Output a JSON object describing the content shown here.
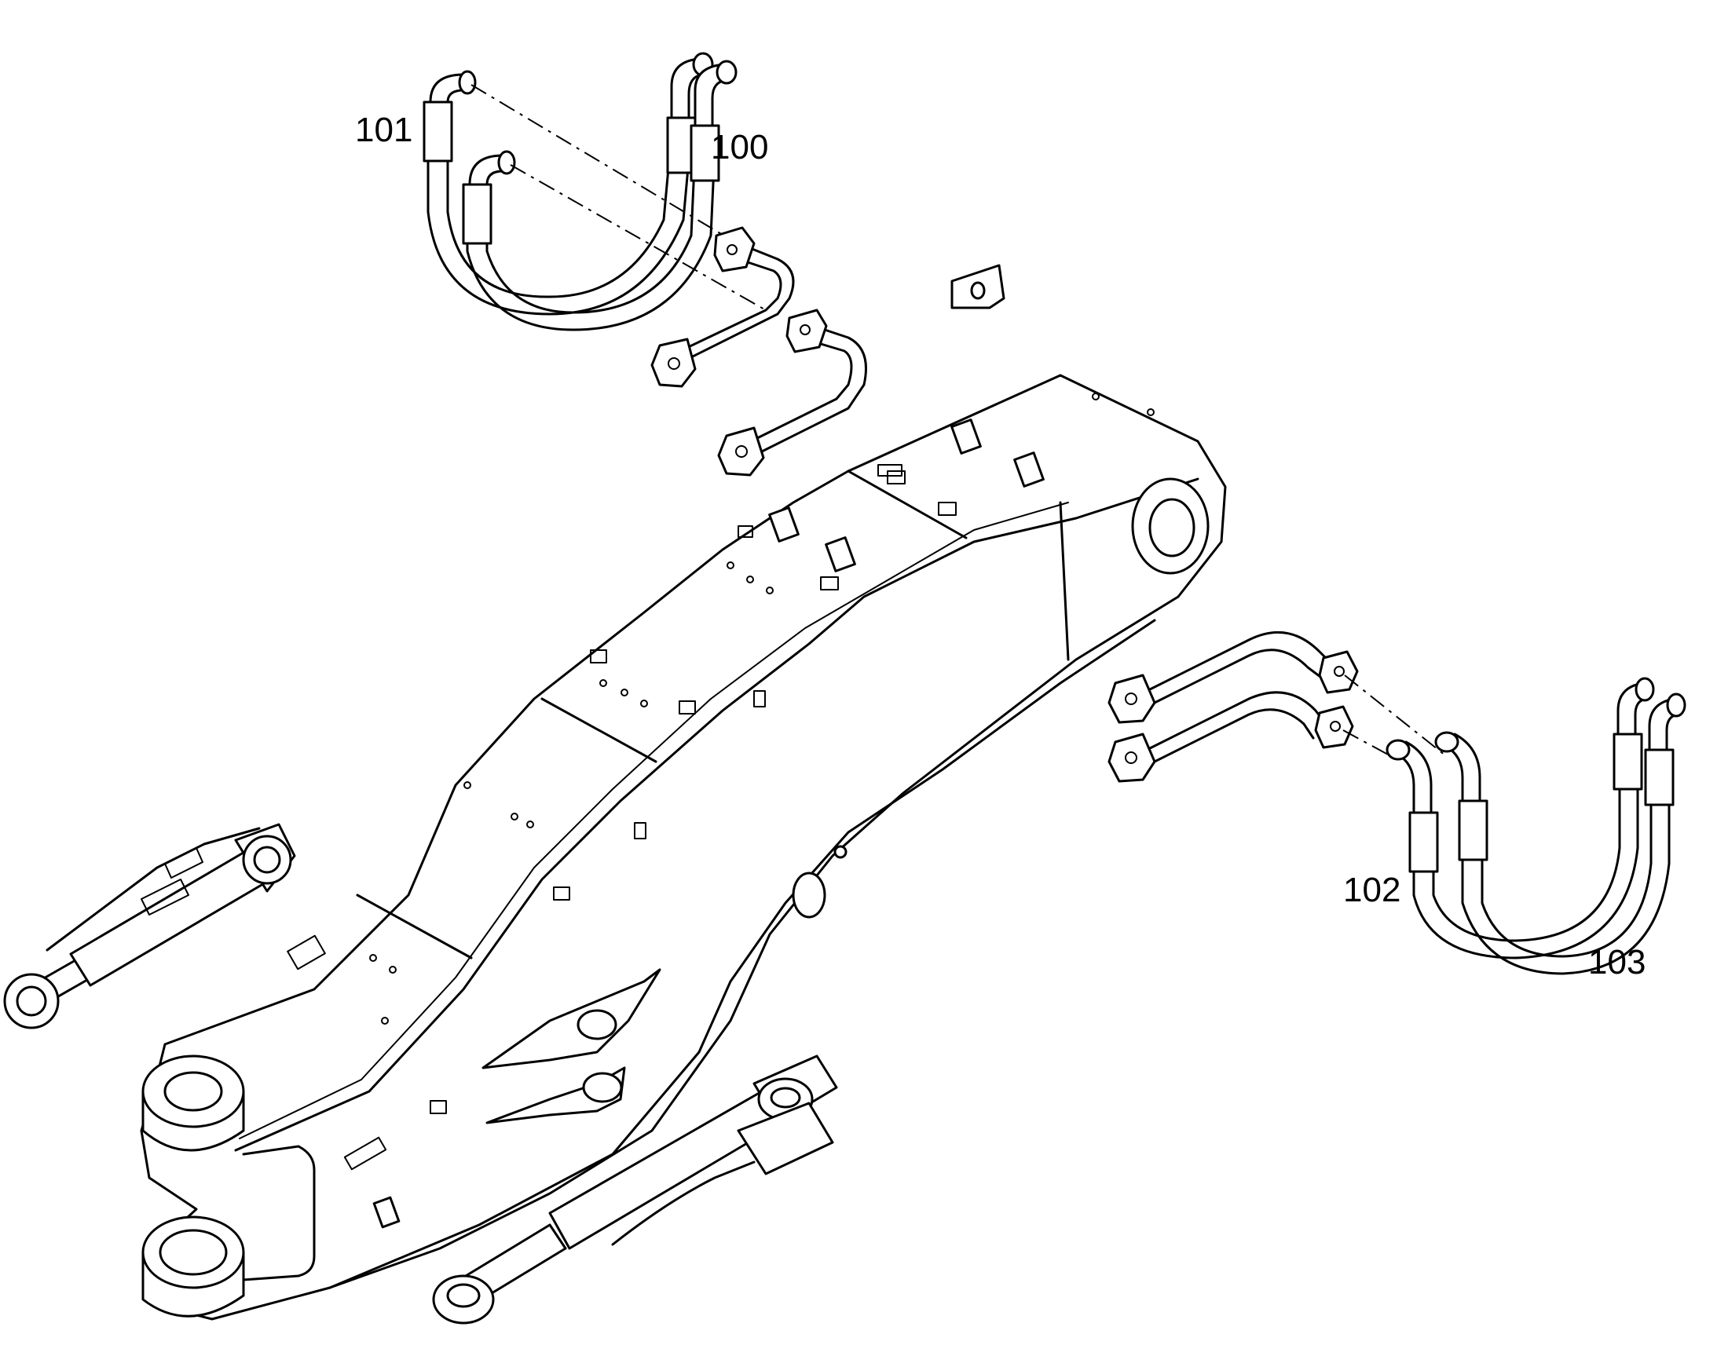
{
  "diagram": {
    "callouts": [
      {
        "id": "callout-101",
        "label": "101"
      },
      {
        "id": "callout-100",
        "label": "100"
      },
      {
        "id": "callout-102",
        "label": "102"
      },
      {
        "id": "callout-103",
        "label": "103"
      }
    ]
  },
  "colors": {
    "line": "#000000",
    "background": "#ffffff"
  }
}
